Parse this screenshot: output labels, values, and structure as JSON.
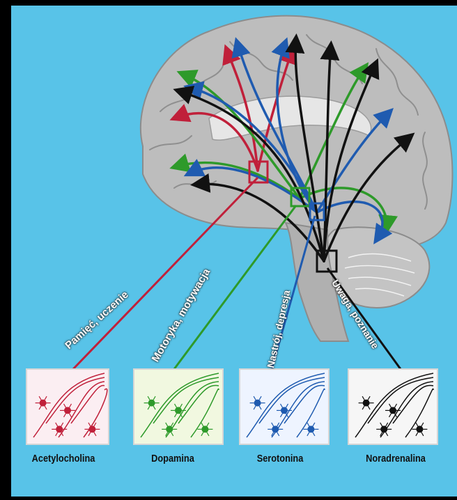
{
  "colors": {
    "background": "#58c3e8",
    "frame": "#000000",
    "brain": "#b9b9b9",
    "acetylcholine": "#c0203a",
    "dopamine": "#2e9a2a",
    "serotonin": "#1f5bb0",
    "noradrenaline": "#111111"
  },
  "pathways": [
    {
      "label": "Pamięć, uczenie",
      "color_key": "acetylcholine"
    },
    {
      "label": "Motoryka, motywacja",
      "color_key": "dopamine"
    },
    {
      "label": "Nastrój, depresja",
      "color_key": "serotonin"
    },
    {
      "label": "Uwaga, poznanie",
      "color_key": "noradrenaline"
    }
  ],
  "panels": [
    {
      "label": "Acetylocholina",
      "color_key": "acetylcholine"
    },
    {
      "label": "Dopamina",
      "color_key": "dopamine"
    },
    {
      "label": "Serotonina",
      "color_key": "serotonin"
    },
    {
      "label": "Noradrenalina",
      "color_key": "noradrenaline"
    }
  ]
}
